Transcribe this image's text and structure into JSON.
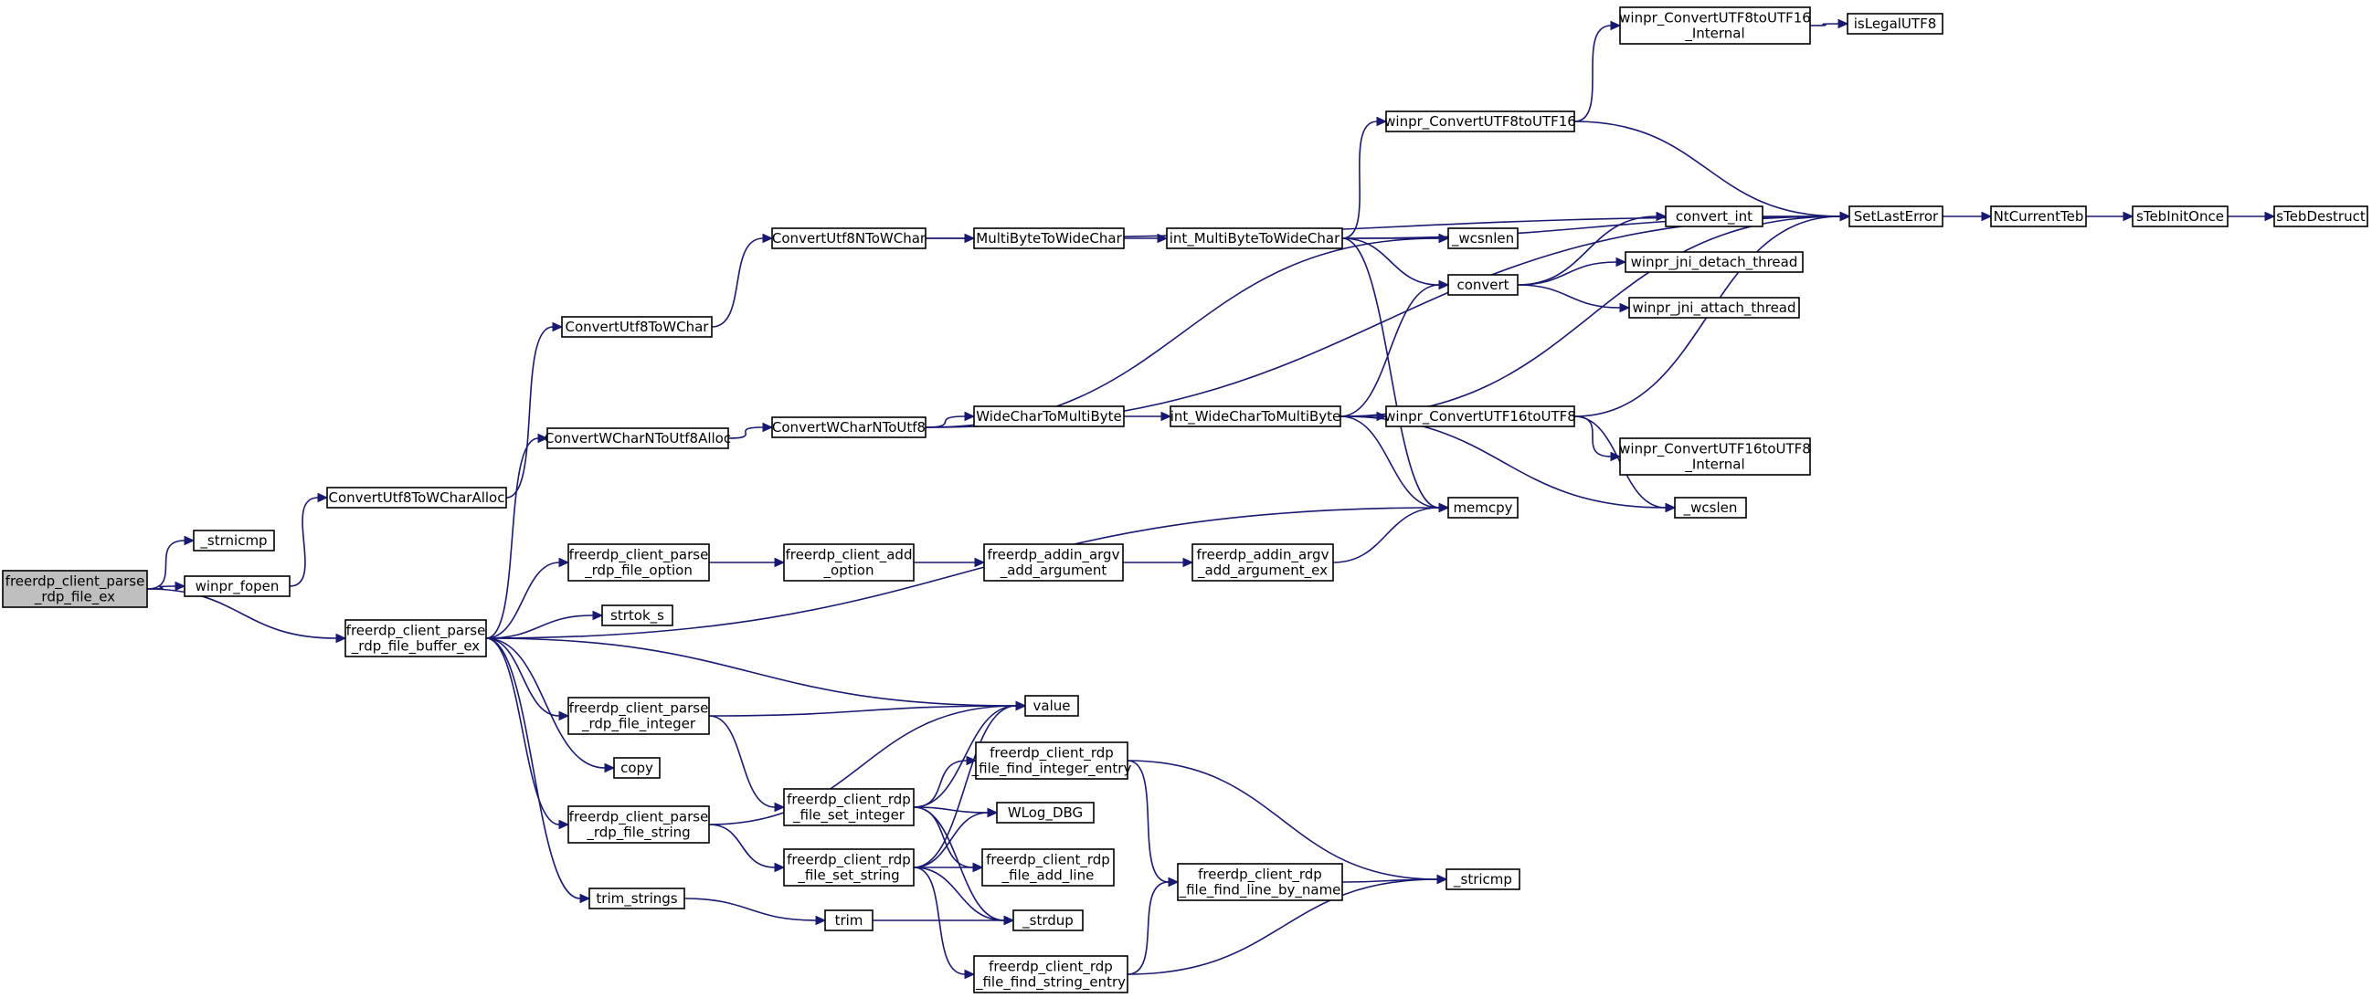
{
  "nodes": [
    {
      "id": "root",
      "lines": [
        "freerdp_client_parse",
        "_rdp_file_ex"
      ],
      "root": true
    },
    {
      "id": "strnicmp",
      "lines": [
        "_strnicmp"
      ]
    },
    {
      "id": "winpr_fopen",
      "lines": [
        "winpr_fopen"
      ]
    },
    {
      "id": "parse_buffer_ex",
      "lines": [
        "freerdp_client_parse",
        "_rdp_file_buffer_ex"
      ]
    },
    {
      "id": "utf8_to_wchar_alloc",
      "lines": [
        "ConvertUtf8ToWCharAlloc"
      ]
    },
    {
      "id": "utf8_to_wchar",
      "lines": [
        "ConvertUtf8ToWChar"
      ]
    },
    {
      "id": "utf8n_to_wchar",
      "lines": [
        "ConvertUtf8NToWChar"
      ]
    },
    {
      "id": "mb_to_wc",
      "lines": [
        "MultiByteToWideChar"
      ]
    },
    {
      "id": "int_mb_to_wc",
      "lines": [
        "int_MultiByteToWideChar"
      ]
    },
    {
      "id": "winpr_utf8_to_utf16",
      "lines": [
        "winpr_ConvertUTF8toUTF16"
      ]
    },
    {
      "id": "winpr_utf8_to_utf16_internal",
      "lines": [
        "winpr_ConvertUTF8toUTF16",
        "_Internal"
      ]
    },
    {
      "id": "is_legal_utf8",
      "lines": [
        "isLegalUTF8"
      ]
    },
    {
      "id": "set_last_error",
      "lines": [
        "SetLastError"
      ]
    },
    {
      "id": "nt_current_teb",
      "lines": [
        "NtCurrentTeb"
      ]
    },
    {
      "id": "steb_init_once",
      "lines": [
        "sTebInitOnce"
      ]
    },
    {
      "id": "steb_destruct",
      "lines": [
        "sTebDestruct"
      ]
    },
    {
      "id": "wcsnlen",
      "lines": [
        "_wcsnlen"
      ]
    },
    {
      "id": "convert_int",
      "lines": [
        "convert_int"
      ]
    },
    {
      "id": "convert",
      "lines": [
        "convert"
      ]
    },
    {
      "id": "jni_detach",
      "lines": [
        "winpr_jni_detach_thread"
      ]
    },
    {
      "id": "jni_attach",
      "lines": [
        "winpr_jni_attach_thread"
      ]
    },
    {
      "id": "wcharn_to_utf8_alloc",
      "lines": [
        "ConvertWCharNToUtf8Alloc"
      ]
    },
    {
      "id": "wcharn_to_utf8",
      "lines": [
        "ConvertWCharNToUtf8"
      ]
    },
    {
      "id": "wc_to_mb",
      "lines": [
        "WideCharToMultiByte"
      ]
    },
    {
      "id": "int_wc_to_mb",
      "lines": [
        "int_WideCharToMultiByte"
      ]
    },
    {
      "id": "winpr_utf16_to_utf8",
      "lines": [
        "winpr_ConvertUTF16toUTF8"
      ]
    },
    {
      "id": "winpr_utf16_to_utf8_internal",
      "lines": [
        "winpr_ConvertUTF16toUTF8",
        "_Internal"
      ]
    },
    {
      "id": "wcslen",
      "lines": [
        "_wcslen"
      ]
    },
    {
      "id": "memcpy",
      "lines": [
        "memcpy"
      ]
    },
    {
      "id": "parse_option",
      "lines": [
        "freerdp_client_parse",
        "_rdp_file_option"
      ]
    },
    {
      "id": "add_option",
      "lines": [
        "freerdp_client_add",
        "_option"
      ]
    },
    {
      "id": "argv_add_argument",
      "lines": [
        "freerdp_addin_argv",
        "_add_argument"
      ]
    },
    {
      "id": "argv_add_argument_ex",
      "lines": [
        "freerdp_addin_argv",
        "_add_argument_ex"
      ]
    },
    {
      "id": "strtok_s",
      "lines": [
        "strtok_s"
      ]
    },
    {
      "id": "value",
      "lines": [
        "value"
      ]
    },
    {
      "id": "parse_integer",
      "lines": [
        "freerdp_client_parse",
        "_rdp_file_integer"
      ]
    },
    {
      "id": "copy",
      "lines": [
        "copy"
      ]
    },
    {
      "id": "find_integer_entry",
      "lines": [
        "freerdp_client_rdp",
        "_file_find_integer_entry"
      ]
    },
    {
      "id": "set_integer",
      "lines": [
        "freerdp_client_rdp",
        "_file_set_integer"
      ]
    },
    {
      "id": "wlog_dbg",
      "lines": [
        "WLog_DBG"
      ]
    },
    {
      "id": "parse_string",
      "lines": [
        "freerdp_client_parse",
        "_rdp_file_string"
      ]
    },
    {
      "id": "set_string",
      "lines": [
        "freerdp_client_rdp",
        "_file_set_string"
      ]
    },
    {
      "id": "add_line",
      "lines": [
        "freerdp_client_rdp",
        "_file_add_line"
      ]
    },
    {
      "id": "find_line_by_name",
      "lines": [
        "freerdp_client_rdp",
        "_file_find_line_by_name"
      ]
    },
    {
      "id": "stricmp",
      "lines": [
        "_stricmp"
      ]
    },
    {
      "id": "trim_strings",
      "lines": [
        "trim_strings"
      ]
    },
    {
      "id": "trim",
      "lines": [
        "trim"
      ]
    },
    {
      "id": "strdup",
      "lines": [
        "_strdup"
      ]
    },
    {
      "id": "find_string_entry",
      "lines": [
        "freerdp_client_rdp",
        "_file_find_string_entry"
      ]
    }
  ],
  "edges": [
    [
      "root",
      "strnicmp"
    ],
    [
      "root",
      "winpr_fopen"
    ],
    [
      "root",
      "parse_buffer_ex"
    ],
    [
      "winpr_fopen",
      "utf8_to_wchar_alloc"
    ],
    [
      "utf8_to_wchar_alloc",
      "utf8_to_wchar"
    ],
    [
      "utf8_to_wchar",
      "utf8n_to_wchar"
    ],
    [
      "utf8n_to_wchar",
      "mb_to_wc"
    ],
    [
      "utf8n_to_wchar",
      "set_last_error"
    ],
    [
      "mb_to_wc",
      "int_mb_to_wc"
    ],
    [
      "int_mb_to_wc",
      "winpr_utf8_to_utf16"
    ],
    [
      "int_mb_to_wc",
      "set_last_error"
    ],
    [
      "int_mb_to_wc",
      "wcsnlen"
    ],
    [
      "int_mb_to_wc",
      "convert"
    ],
    [
      "int_mb_to_wc",
      "memcpy"
    ],
    [
      "winpr_utf8_to_utf16",
      "winpr_utf8_to_utf16_internal"
    ],
    [
      "winpr_utf8_to_utf16",
      "set_last_error"
    ],
    [
      "winpr_utf8_to_utf16_internal",
      "is_legal_utf8"
    ],
    [
      "set_last_error",
      "nt_current_teb"
    ],
    [
      "nt_current_teb",
      "steb_init_once"
    ],
    [
      "steb_init_once",
      "steb_destruct"
    ],
    [
      "convert_int",
      "set_last_error"
    ],
    [
      "convert",
      "convert_int"
    ],
    [
      "convert",
      "jni_detach"
    ],
    [
      "convert",
      "jni_attach"
    ],
    [
      "parse_buffer_ex",
      "wcharn_to_utf8_alloc"
    ],
    [
      "parse_buffer_ex",
      "memcpy"
    ],
    [
      "parse_buffer_ex",
      "parse_option"
    ],
    [
      "parse_buffer_ex",
      "strtok_s"
    ],
    [
      "parse_buffer_ex",
      "value"
    ],
    [
      "parse_buffer_ex",
      "parse_integer"
    ],
    [
      "parse_buffer_ex",
      "copy"
    ],
    [
      "parse_buffer_ex",
      "parse_string"
    ],
    [
      "parse_buffer_ex",
      "trim_strings"
    ],
    [
      "wcharn_to_utf8_alloc",
      "wcharn_to_utf8"
    ],
    [
      "wcharn_to_utf8",
      "wc_to_mb"
    ],
    [
      "wcharn_to_utf8",
      "wcsnlen"
    ],
    [
      "wcharn_to_utf8",
      "set_last_error"
    ],
    [
      "wc_to_mb",
      "int_wc_to_mb"
    ],
    [
      "int_wc_to_mb",
      "convert"
    ],
    [
      "int_wc_to_mb",
      "set_last_error"
    ],
    [
      "int_wc_to_mb",
      "winpr_utf16_to_utf8"
    ],
    [
      "int_wc_to_mb",
      "memcpy"
    ],
    [
      "int_wc_to_mb",
      "wcslen"
    ],
    [
      "winpr_utf16_to_utf8",
      "set_last_error"
    ],
    [
      "winpr_utf16_to_utf8",
      "winpr_utf16_to_utf8_internal"
    ],
    [
      "winpr_utf16_to_utf8",
      "wcslen"
    ],
    [
      "parse_option",
      "add_option"
    ],
    [
      "add_option",
      "argv_add_argument"
    ],
    [
      "argv_add_argument",
      "argv_add_argument_ex"
    ],
    [
      "argv_add_argument_ex",
      "memcpy"
    ],
    [
      "parse_integer",
      "value"
    ],
    [
      "parse_integer",
      "set_integer"
    ],
    [
      "set_integer",
      "value"
    ],
    [
      "set_integer",
      "find_integer_entry"
    ],
    [
      "set_integer",
      "wlog_dbg"
    ],
    [
      "set_integer",
      "add_line"
    ],
    [
      "set_integer",
      "strdup"
    ],
    [
      "find_integer_entry",
      "find_line_by_name"
    ],
    [
      "find_integer_entry",
      "stricmp"
    ],
    [
      "parse_string",
      "value"
    ],
    [
      "parse_string",
      "set_string"
    ],
    [
      "set_string",
      "value"
    ],
    [
      "set_string",
      "wlog_dbg"
    ],
    [
      "set_string",
      "add_line"
    ],
    [
      "set_string",
      "strdup"
    ],
    [
      "set_string",
      "find_string_entry"
    ],
    [
      "find_line_by_name",
      "stricmp"
    ],
    [
      "find_string_entry",
      "find_line_by_name"
    ],
    [
      "find_string_entry",
      "stricmp"
    ],
    [
      "trim_strings",
      "trim"
    ],
    [
      "trim",
      "strdup"
    ]
  ],
  "colors": {
    "edge": "#191970",
    "root_fill": "#bfbfbf",
    "node_fill": "#ffffff",
    "node_border": "#000000"
  }
}
